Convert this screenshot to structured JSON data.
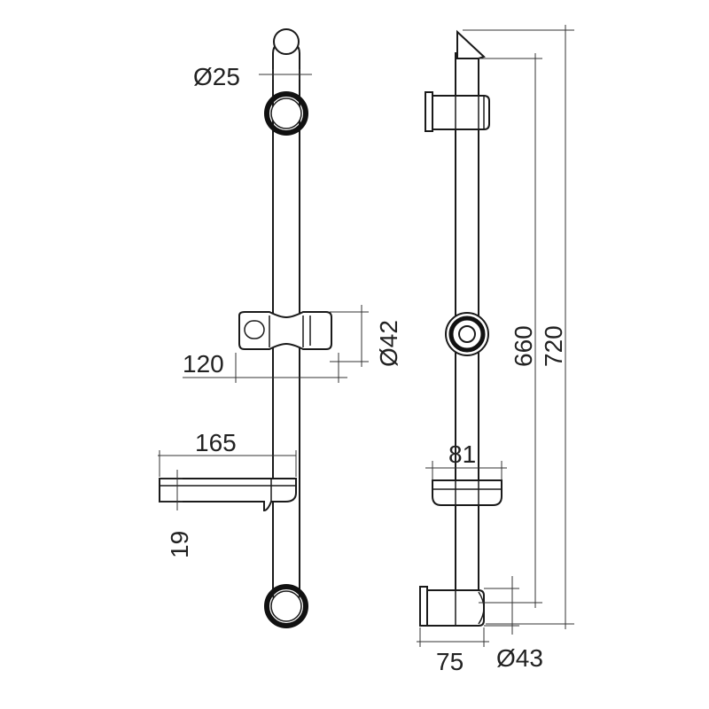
{
  "dimensions": {
    "rail_diameter": "Ø25",
    "slider_diameter": "Ø42",
    "slider_depth": "120",
    "soap_dish_depth": "165",
    "soap_dish_height": "19",
    "rail_height_inner": "660",
    "rail_height_total": "720",
    "soap_dish_width": "81",
    "bracket_depth": "75",
    "bracket_diameter": "Ø43"
  },
  "colors": {
    "line": "#1a1a1a",
    "background": "#ffffff"
  }
}
